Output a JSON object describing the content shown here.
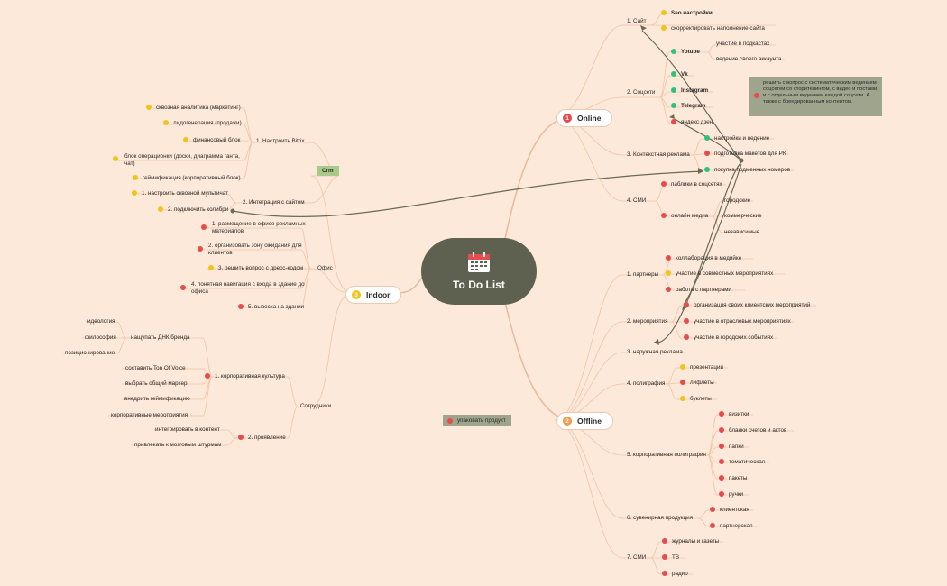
{
  "central": {
    "title": "To Do List",
    "icon": "calendar-icon"
  },
  "branches": {
    "online": {
      "num": "1",
      "label": "Online"
    },
    "offline": {
      "num": "2",
      "label": "Offline"
    },
    "indoor": {
      "num": "3",
      "label": "Indoor"
    }
  },
  "online": {
    "site": {
      "label": "1. Сайт",
      "items": [
        "Seo настройки",
        "скорректировать наполнение сайта"
      ]
    },
    "social": {
      "label": "2. Соцсети",
      "youtube": "Yotube",
      "youtube_sub": [
        "участие в подкастах",
        "ведение своего аккаунта"
      ],
      "items": [
        "Vk",
        "Instagram",
        "Telegram",
        "яндекс дзен"
      ]
    },
    "context": {
      "label": "3. Контекстная реклама",
      "items": [
        "настройки и ведение",
        "подготовка макетов для РК",
        "покупка подменных номеров"
      ]
    },
    "smi": {
      "label": "4. СМИ",
      "items": [
        "паблики в соцсетях",
        "онлайн медиа"
      ],
      "media_sub": [
        "городские",
        "коммерческие",
        "независимые"
      ]
    }
  },
  "note": "решить с вопрос с систематическим ведением соцсетей со сторителингом, с видео и постами, и с отдельным ведением каждой соцсети. А также с брендированным контентом.",
  "offline": {
    "partners": {
      "label": "1. партнеры",
      "items": [
        "коллаборация в медийке",
        "участие в совместных мероприятиях",
        "работа с партнерами"
      ]
    },
    "events": {
      "label": "2. мероприятия",
      "items": [
        "организация своих клиентских мероприятий",
        "участие в отраслевых мероприятиях",
        "участие в городских событиях"
      ]
    },
    "outdoor": {
      "label": "3. наружная реклама"
    },
    "print": {
      "label": "4. полиграфия",
      "items": [
        "презентации",
        "лифлеты",
        "буклеты"
      ]
    },
    "corp_print": {
      "label": "5. корпоративная полиграфия",
      "items": [
        "визитки",
        "бланки счетов и актов",
        "папки",
        "тематическая",
        "пакеты",
        "ручки"
      ]
    },
    "souvenir": {
      "label": "6. сувенирная продукция",
      "items": [
        "клиентская",
        "партнерская"
      ]
    },
    "smi": {
      "label": "7. СМИ",
      "items": [
        "журналы и газеты",
        "ТВ",
        "радио"
      ]
    }
  },
  "indoor": {
    "crm": {
      "label": "Crm",
      "bitrix": "1. Настроить Bitrix",
      "bitrix_items": [
        "сквозная аналитика (маркетинг)",
        "лидогенерация (продажи)",
        "финансовый блок",
        "блок операционки (доски, диаграмма ганта, чат)",
        "геймификация (корпоративный блок)"
      ],
      "site_integr": "2. Интеграция с сайтом",
      "site_items": [
        "1. настроить сквозной мультичат",
        "2. подключить колибри"
      ]
    },
    "office": {
      "label": "Офис",
      "items": [
        "1. размещение в офисе рекламных материалов",
        "2. организовать зону ожидания для клиентов",
        "3. решить вопрос с дресс-кодом",
        "4. понятная навигация с входа в здание до офиса",
        "5. вывеска на здании"
      ]
    },
    "staff": {
      "label": "Сотрудники",
      "culture": "1. корпоративная культура",
      "dna": "нащупать ДНК бренда",
      "dna_items": [
        "идеология",
        "философия",
        "позиционирование"
      ],
      "culture_items": [
        "составить Ton Of Voice",
        "выбрать общий маркер",
        "внедрить геймификацию",
        "корпоративные мероприятия"
      ],
      "manifest": "2. проявление",
      "manifest_items": [
        "интегрировать в контент",
        "привлекать к мозговым штурмам"
      ]
    }
  },
  "floating": {
    "pack": "упаковать продукт"
  },
  "colors": {
    "bg": "#fde9da",
    "central": "#5e6050",
    "red": "#e84b4b",
    "yellow": "#f0c419",
    "green": "#2ec27e",
    "orange": "#f19a4b"
  }
}
